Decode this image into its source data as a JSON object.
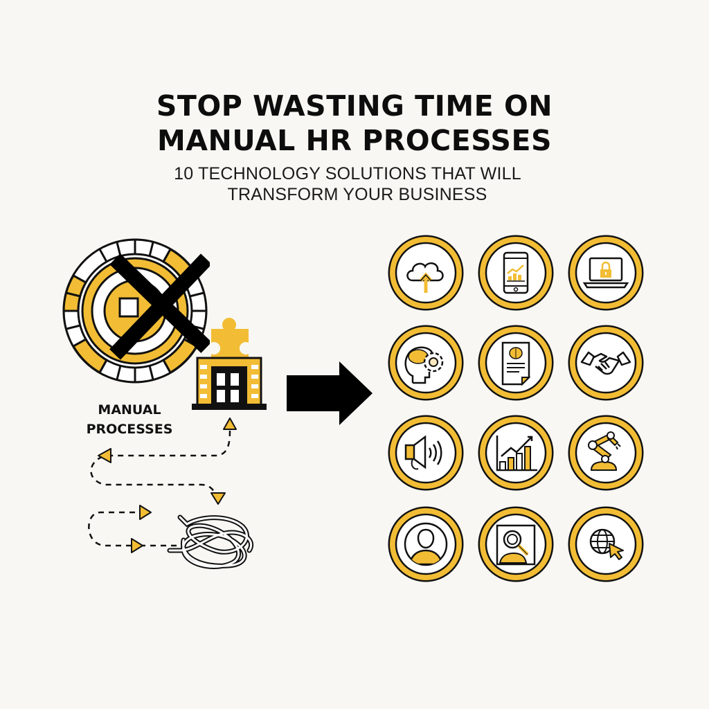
{
  "header": {
    "title_line1": "STOP WASTING TIME ON",
    "title_line2": "MANUAL HR PROCESSES",
    "subtitle_line1": "10 TECHNOLOGY SOLUTIONS THAT WILL",
    "subtitle_line2": "TRANSFORM YOUR BUSINESS"
  },
  "left_panel": {
    "label_line1": "MANUAL",
    "label_line2": "PROCESSES",
    "icons": [
      "crossed-out-clock-dial-icon",
      "building-puzzle-icon",
      "dashed-loop-path-arrows",
      "tangled-knot-icon"
    ]
  },
  "transition": {
    "icon": "right-arrow-icon"
  },
  "solutions_grid": {
    "rows": [
      [
        "cloud-upload-icon",
        "mobile-analytics-icon",
        "laptop-security-icon"
      ],
      [
        "ai-brain-gear-icon",
        "ai-document-icon",
        "handshake-icon"
      ],
      [
        "megaphone-icon",
        "growth-chart-icon",
        "robotic-arm-icon"
      ],
      [
        "user-profile-icon",
        "candidate-search-icon",
        "web-globe-cursor-icon"
      ]
    ]
  },
  "colors": {
    "background": "#f8f7f3",
    "accent_yellow": "#f2bd35",
    "outline": "#111111",
    "text": "#0d0d0d"
  }
}
